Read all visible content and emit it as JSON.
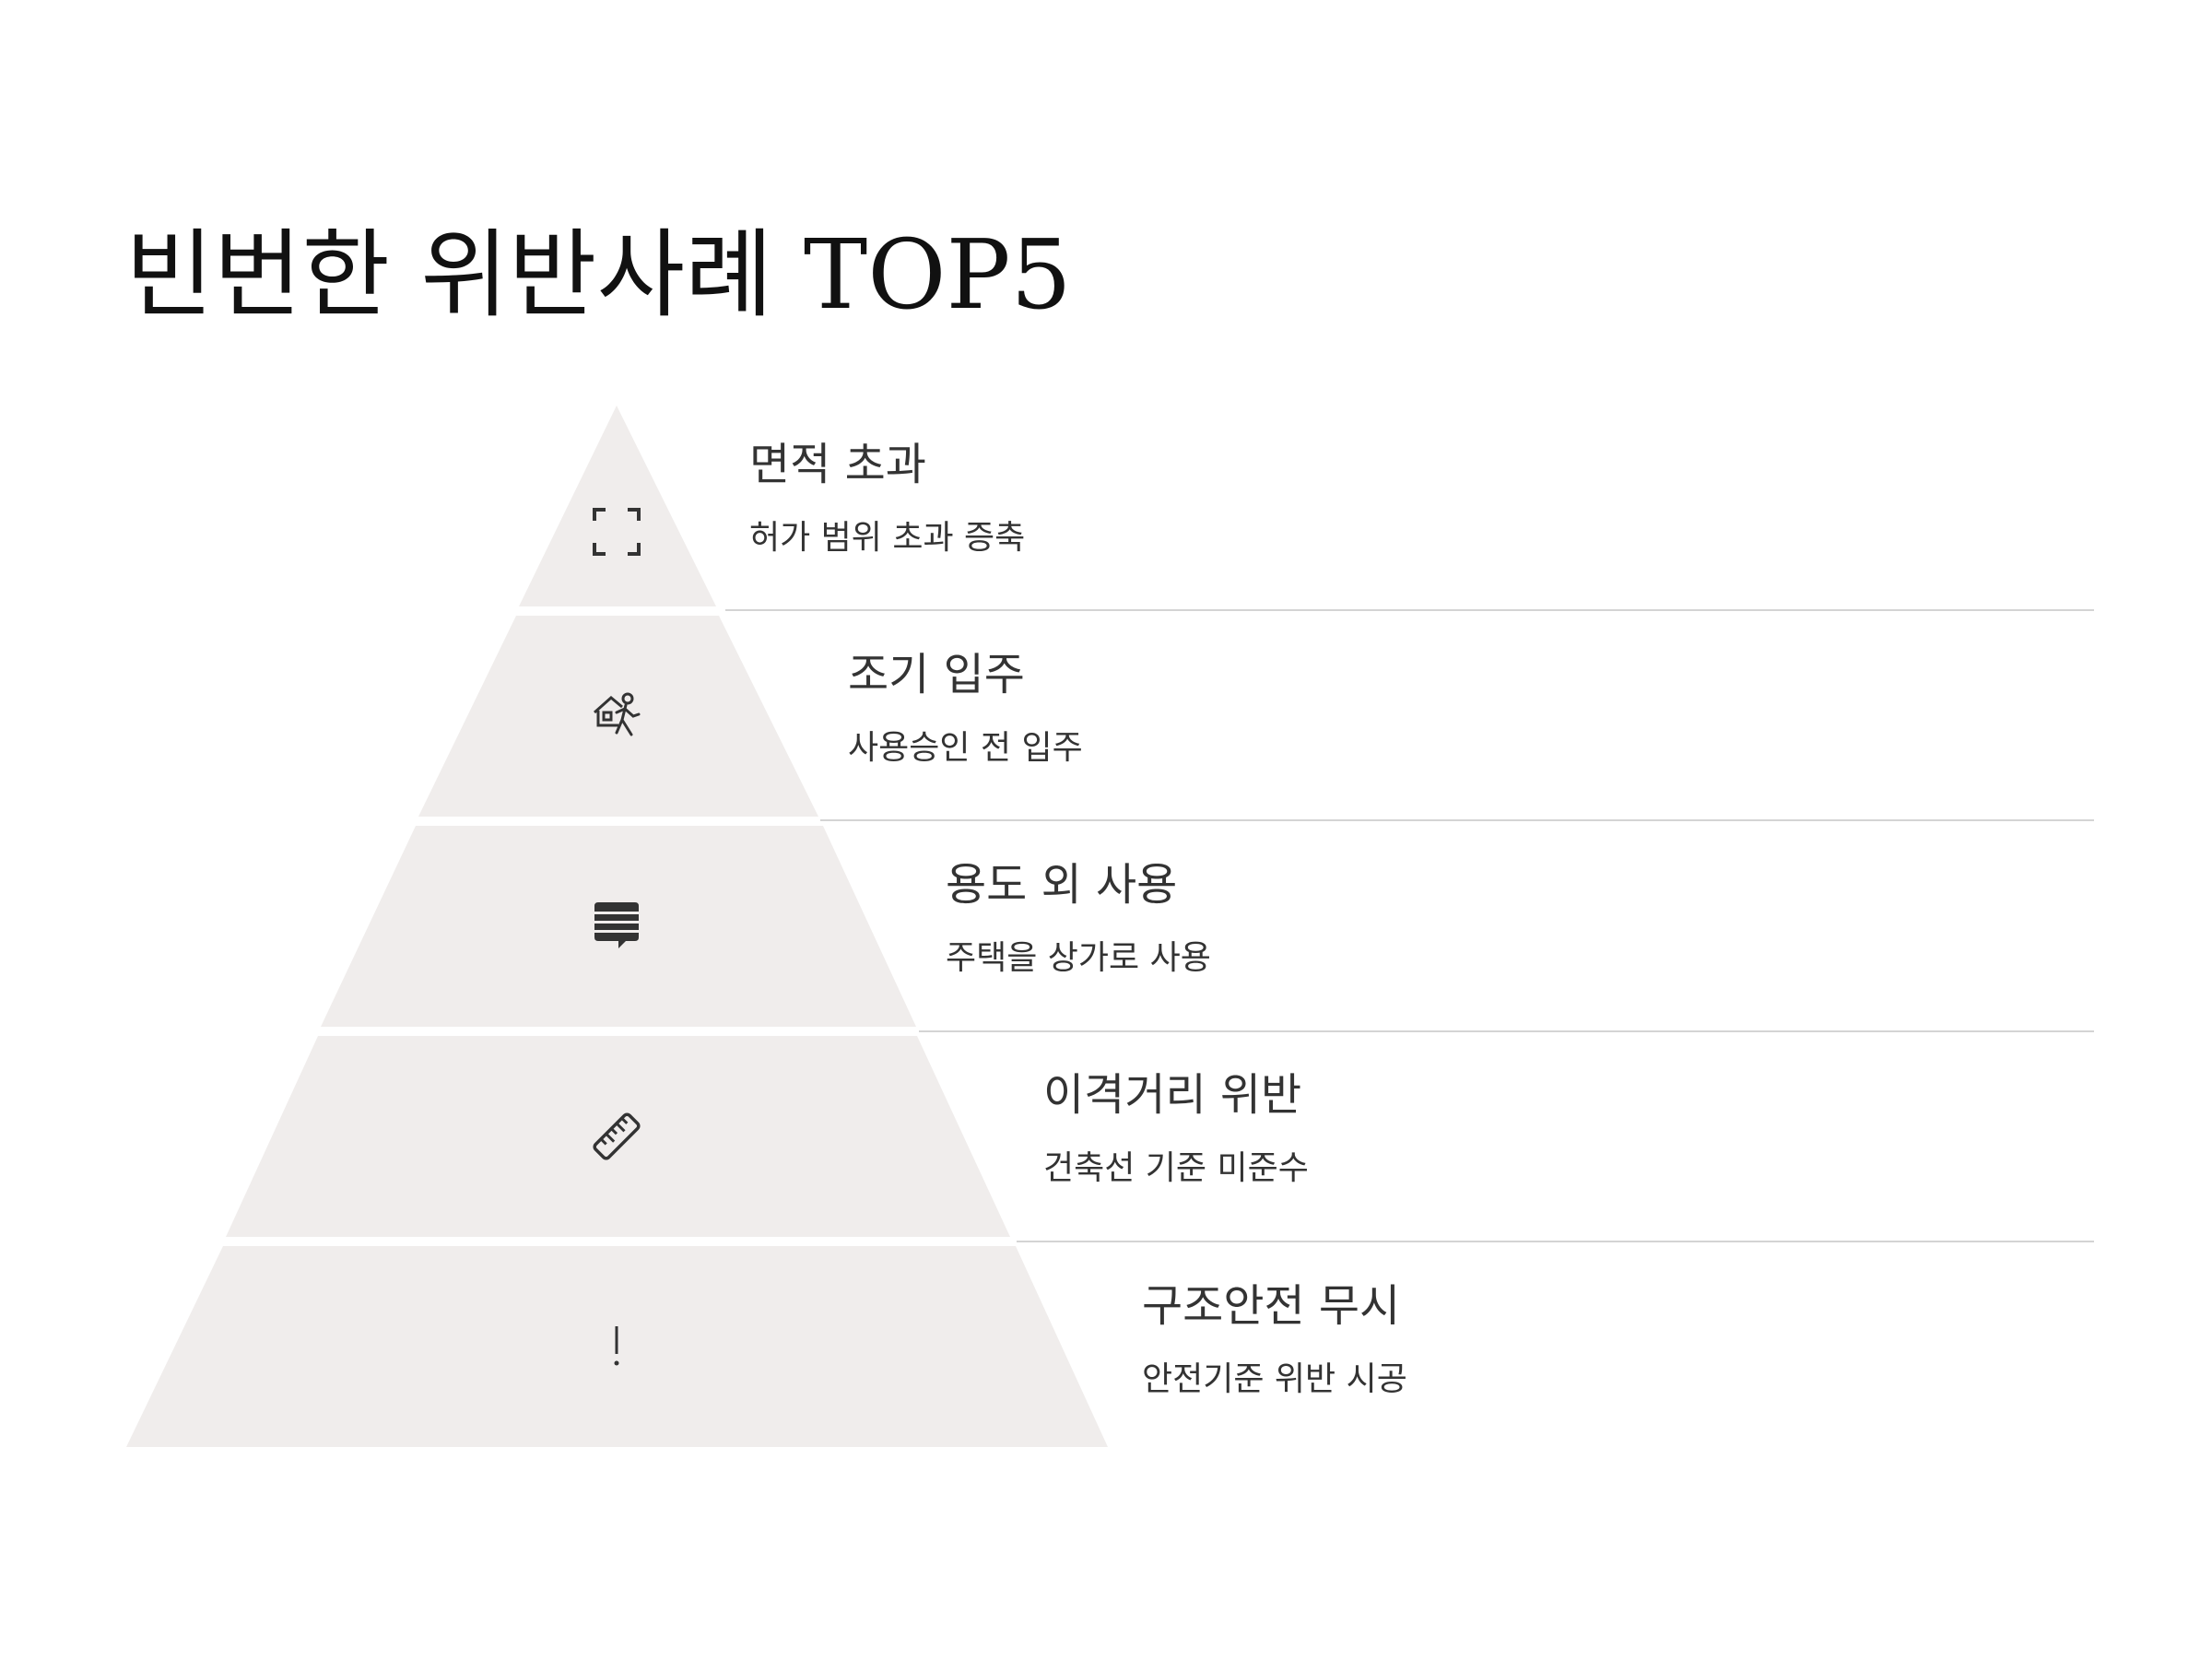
{
  "title": "빈번한 위반사례 TOP5",
  "colors": {
    "tier_fill": "#f0edec",
    "icon": "#333333",
    "text": "#333333",
    "divider": "#d4d4d4"
  },
  "tiers": [
    {
      "rank": 1,
      "heading": "면적 초과",
      "description": "허가 범위 초과 증축",
      "icon": "expand-corners-icon"
    },
    {
      "rank": 2,
      "heading": "조기 입주",
      "description": "사용승인 전 입주",
      "icon": "person-entering-house-icon"
    },
    {
      "rank": 3,
      "heading": "용도 외 사용",
      "description": "주택을 상가로 사용",
      "icon": "message-list-icon"
    },
    {
      "rank": 4,
      "heading": "이격거리 위반",
      "description": "건축선 기준 미준수",
      "icon": "ruler-icon"
    },
    {
      "rank": 5,
      "heading": "구조안전 무시",
      "description": "안전기준 위반 시공",
      "icon": "exclamation-icon"
    }
  ]
}
